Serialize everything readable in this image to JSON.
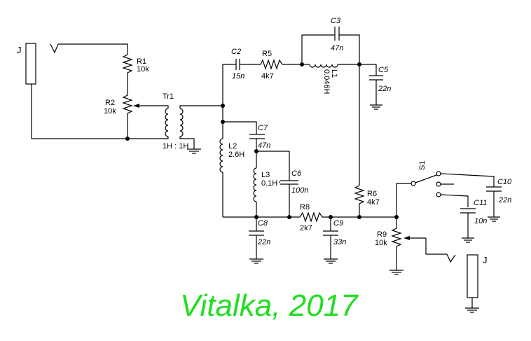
{
  "signature": {
    "text": "Vitalka, 2017",
    "color": "#22dd22"
  },
  "jacks": {
    "input": "J",
    "output": "J"
  },
  "components": {
    "R1": {
      "name": "R1",
      "value": "10k"
    },
    "R2": {
      "name": "R2",
      "value": "10k"
    },
    "Tr1": {
      "name": "Tr1",
      "value": "1H : 1H"
    },
    "C2": {
      "name": "C2",
      "value": "15n"
    },
    "R5": {
      "name": "R5",
      "value": "4k7"
    },
    "C3": {
      "name": "C3",
      "value": "47n"
    },
    "L1": {
      "name": "L1",
      "value": "0.046H"
    },
    "C5": {
      "name": "C5",
      "value": "22n"
    },
    "C7": {
      "name": "C7",
      "value": "47n"
    },
    "L2": {
      "name": "L2",
      "value": "2.6H"
    },
    "L3": {
      "name": "L3",
      "value": "0.1H"
    },
    "C6": {
      "name": "C6",
      "value": "100n"
    },
    "C8": {
      "name": "C8",
      "value": "22n"
    },
    "R8": {
      "name": "R8",
      "value": "2k7"
    },
    "C9": {
      "name": "C9",
      "value": "33n"
    },
    "R6": {
      "name": "R6",
      "value": "4k7"
    },
    "R9": {
      "name": "R9",
      "value": "10k"
    },
    "S1": {
      "name": "S1"
    },
    "C10": {
      "name": "C10",
      "value": "22n"
    },
    "C11": {
      "name": "C11",
      "value": "10n"
    }
  }
}
